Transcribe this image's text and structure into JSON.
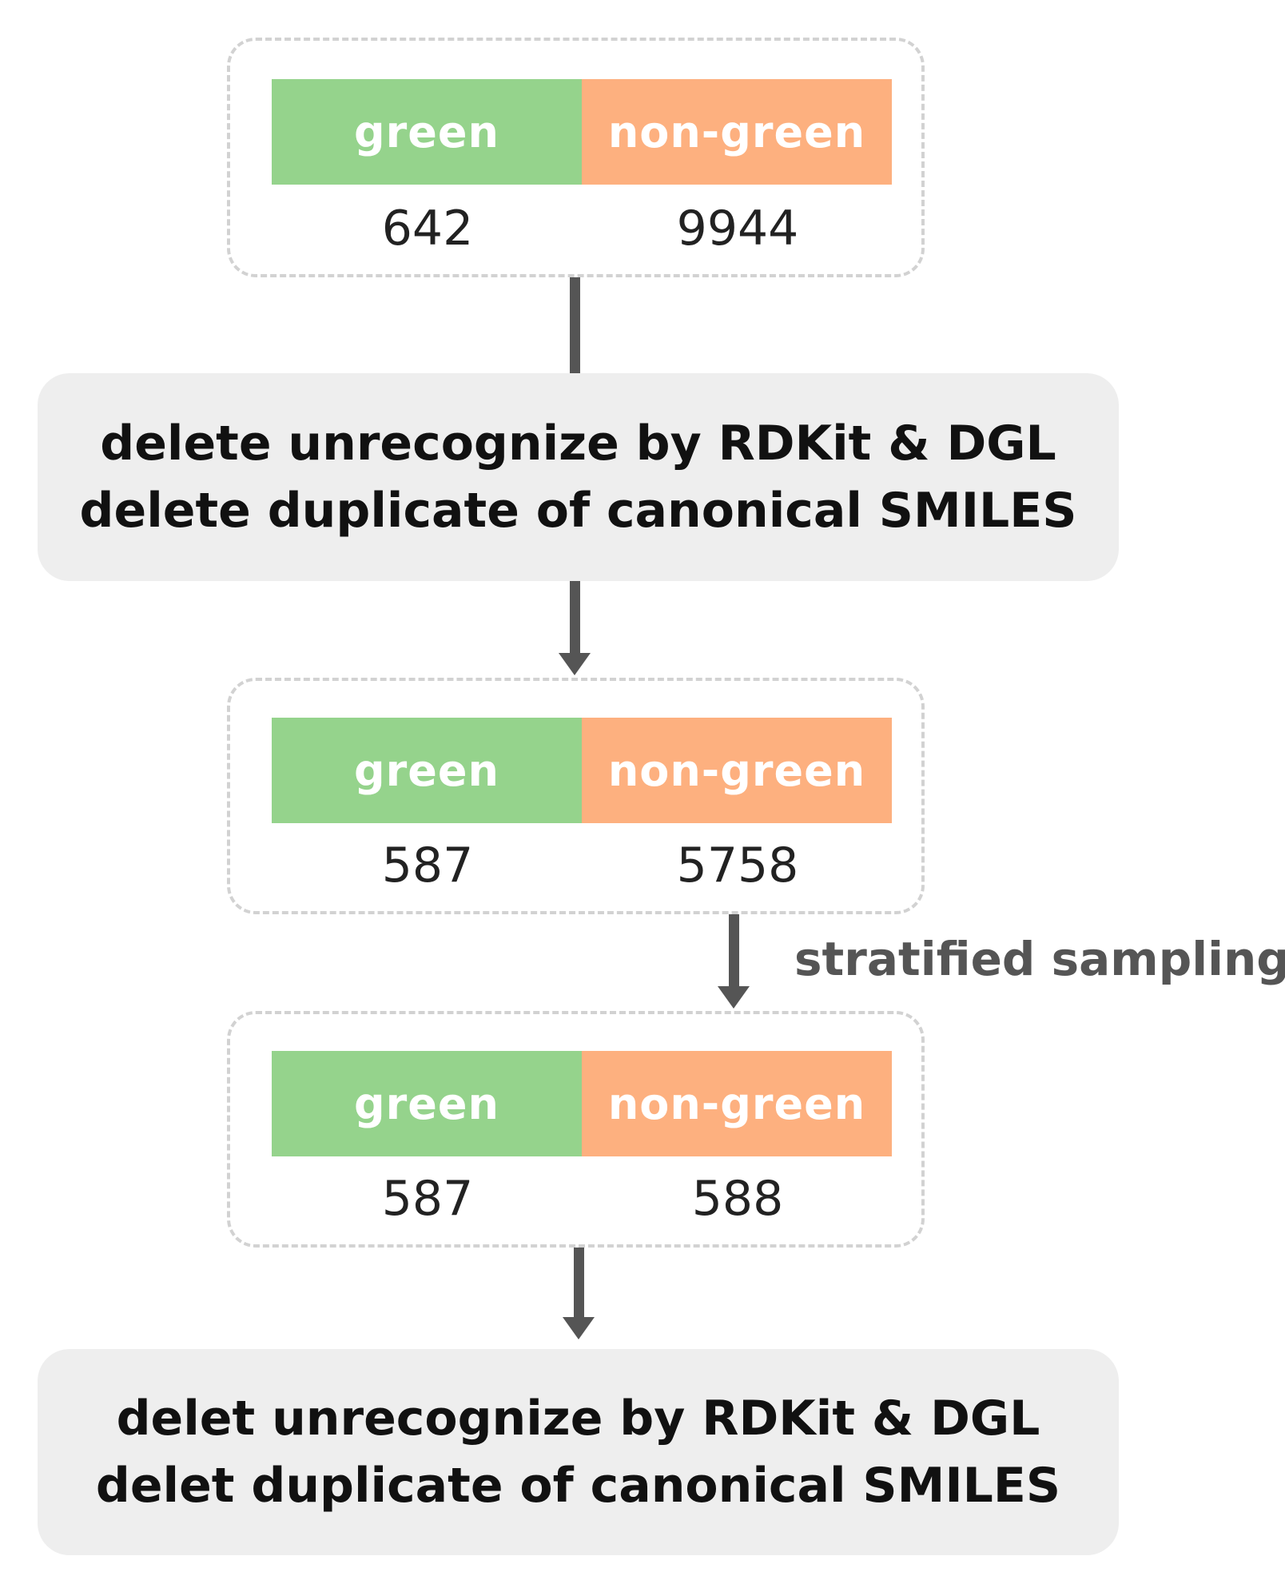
{
  "stage1": {
    "green_label": "green",
    "nongreen_label": "non-green",
    "green_count": "642",
    "nongreen_count": "9944"
  },
  "process1": {
    "line1": "delete unrecognize by RDKit & DGL",
    "line2": "delete duplicate of canonical SMILES"
  },
  "stage2": {
    "green_label": "green",
    "nongreen_label": "non-green",
    "green_count": "587",
    "nongreen_count": "5758"
  },
  "sampling_label": "stratified sampling",
  "stage3": {
    "green_label": "green",
    "nongreen_label": "non-green",
    "green_count": "587",
    "nongreen_count": "588"
  },
  "process2": {
    "line1": "delet unrecognize by RDKit & DGL",
    "line2": "delet duplicate of canonical SMILES"
  },
  "colors": {
    "green": "#95d38c",
    "nongreen": "#fdb07f",
    "process_bg": "#eeeeee",
    "arrow": "#555555",
    "dashed_border": "#d2d2d2"
  }
}
